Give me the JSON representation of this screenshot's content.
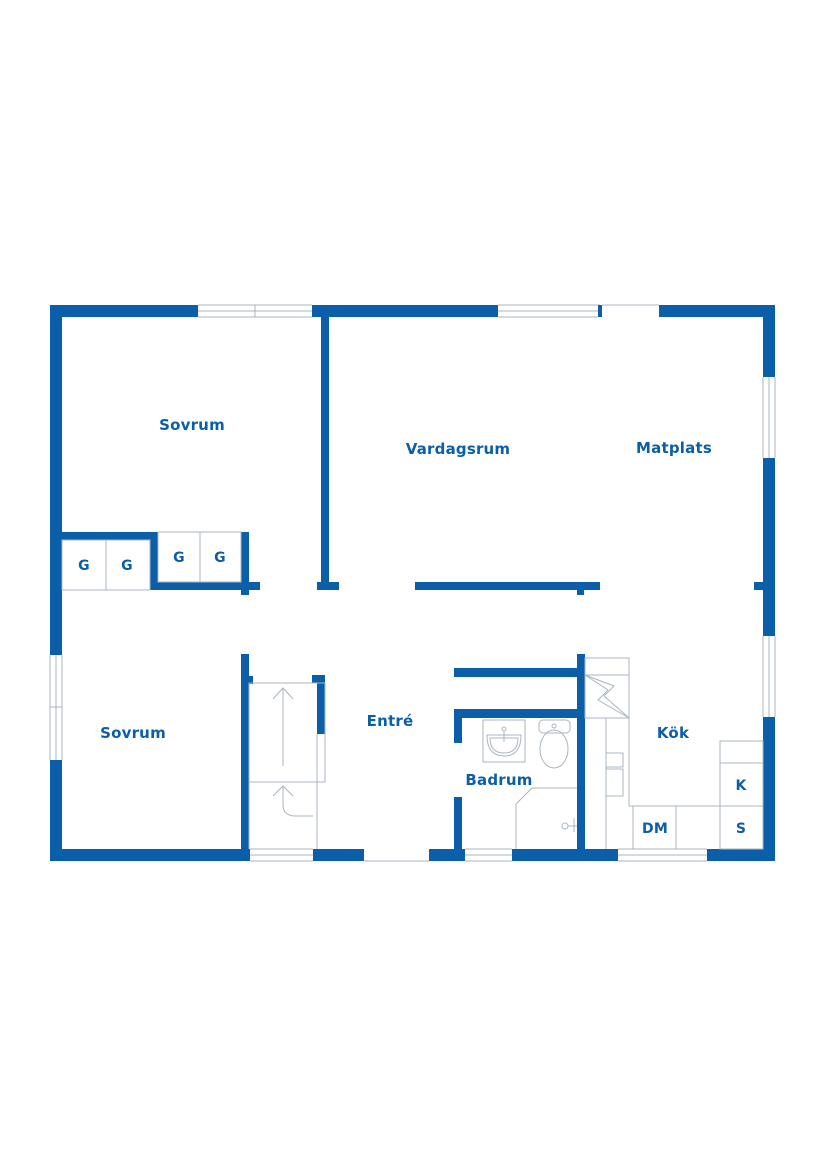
{
  "floorplan": {
    "wall_color": "#0b5ea8",
    "fixture_line_color": "#a9b6c0",
    "rooms": [
      {
        "id": "sovrum-1",
        "label": "Sovrum"
      },
      {
        "id": "vardagsrum",
        "label": "Vardagsrum"
      },
      {
        "id": "matplats",
        "label": "Matplats"
      },
      {
        "id": "sovrum-2",
        "label": "Sovrum"
      },
      {
        "id": "entre",
        "label": "Entré"
      },
      {
        "id": "badrum",
        "label": "Badrum"
      },
      {
        "id": "kok",
        "label": "Kök"
      }
    ],
    "closets": [
      {
        "label": "G"
      },
      {
        "label": "G"
      },
      {
        "label": "G"
      },
      {
        "label": "G"
      }
    ],
    "appliances": [
      {
        "id": "diskmaskin",
        "label": "DM"
      },
      {
        "id": "kyl",
        "label": "K"
      },
      {
        "id": "spis",
        "label": "S"
      }
    ]
  }
}
